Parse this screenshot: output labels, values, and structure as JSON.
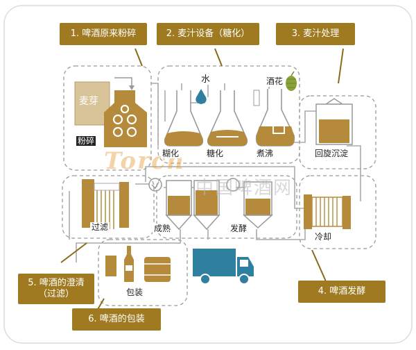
{
  "steps": [
    {
      "label": "1. 啤酒原来粉碎"
    },
    {
      "label": "2. 麦汁设备（糖化）"
    },
    {
      "label": "3. 麦汁处理"
    },
    {
      "label": "4. 啤酒发酵"
    },
    {
      "label": "5. 啤酒的澄清\n（过滤）"
    },
    {
      "label": "6. 啤酒的包装"
    }
  ],
  "labels": {
    "malt": "麦芽",
    "mill": "粉碎",
    "water": "水",
    "hops": "酒花",
    "mash": "糊化",
    "saccharify": "糖化",
    "boil": "煮沸",
    "whirlpool": "回旋沉淀",
    "filter": "过滤",
    "mature": "成熟",
    "ferment": "发酵",
    "cool": "冷却",
    "package": "包装"
  },
  "watermark": {
    "brand": "Torch",
    "site": "中国啤酒网"
  },
  "colors": {
    "gold": "#a07a20",
    "liquid": "#b58a3a",
    "tan": "#d9c49a",
    "truck": "#2f7fa0",
    "outline": "#999999"
  }
}
